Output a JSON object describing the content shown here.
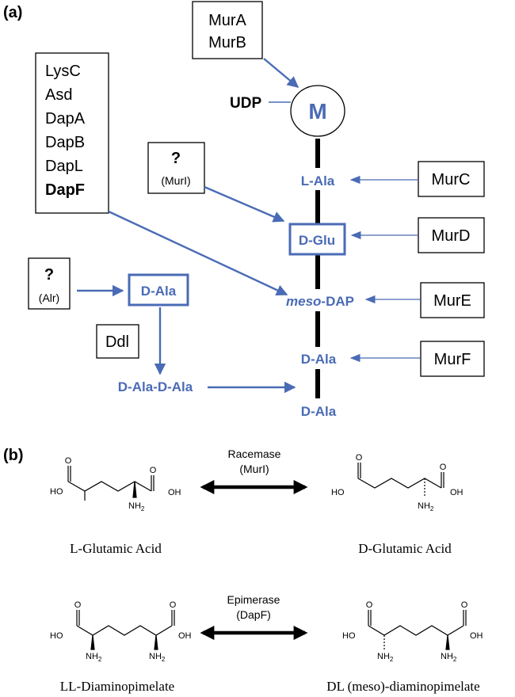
{
  "panel_a": {
    "label": "(a)",
    "mur_ab": [
      "MurA",
      "MurB"
    ],
    "dap_enzymes": [
      "LysC",
      "Asd",
      "DapA",
      "DapB",
      "DapL",
      "DapF"
    ],
    "unknown_murI": {
      "mark": "?",
      "name": "(MurI)"
    },
    "unknown_alr": {
      "mark": "?",
      "name": "(Alr)"
    },
    "ddl": "Ddl",
    "udp": "UDP",
    "muramyl": "M",
    "chain": {
      "l_ala": "L-Ala",
      "d_glu": "D-Glu",
      "meso_prefix": "meso",
      "meso_suffix": "-DAP",
      "d_ala_1": "D-Ala",
      "d_ala_2": "D-Ala"
    },
    "d_ala_box": "D-Ala",
    "dipeptide": "D-Ala-D-Ala",
    "ligases": [
      "MurC",
      "MurD",
      "MurE",
      "MurF"
    ],
    "colors": {
      "blue": "#4a6bb5",
      "black": "#000000"
    }
  },
  "panel_b": {
    "label": "(b)",
    "glu_reaction": {
      "enzyme": "Racemase",
      "enzyme_sub": "(MurI)"
    },
    "dap_reaction": {
      "enzyme": "Epimerase",
      "enzyme_sub": "(DapF)"
    },
    "l_glu": {
      "name": "L-Glutamic Acid",
      "left_group": "HO",
      "right_group": "OH",
      "amine": "NH2"
    },
    "d_glu": {
      "name": "D-Glutamic Acid",
      "left_group": "HO",
      "right_group": "OH",
      "amine": "NH2"
    },
    "ll_dap": {
      "name": "LL-Diaminopimelate",
      "left_group": "HO",
      "right_group": "OH",
      "amine_l": "NH2",
      "amine_r": "NH2"
    },
    "dl_dap": {
      "name": "DL (meso)-diaminopimelate",
      "left_group": "HO",
      "right_group": "OH",
      "amine_l": "NH2",
      "amine_r": "NH2"
    }
  }
}
